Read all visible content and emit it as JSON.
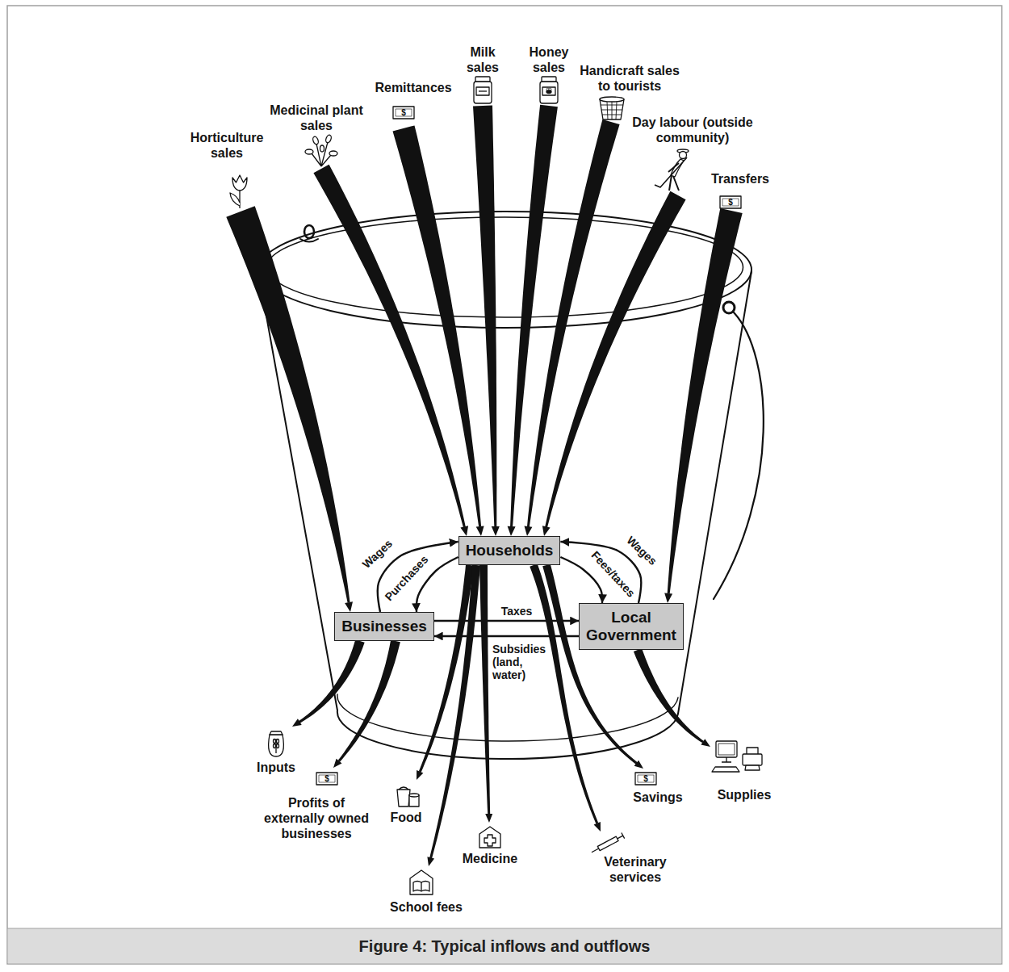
{
  "diagram": {
    "caption": "Figure 4: Typical inflows and outflows",
    "nodes": [
      {
        "text": [
          "Households"
        ]
      },
      {
        "text": [
          "Businesses"
        ]
      },
      {
        "text": [
          "Local Government"
        ]
      }
    ],
    "edges": [
      {
        "from": 1,
        "to": 0,
        "label": "Wages",
        "arrow": "to"
      },
      {
        "from": 0,
        "to": 1,
        "label": "Purchases",
        "arrow": "to"
      },
      {
        "from": 0,
        "to": 2,
        "label": "Fees/taxes",
        "arrow": "to"
      },
      {
        "from": 2,
        "to": 0,
        "label": "Wages",
        "arrow": "to"
      },
      {
        "from": 1,
        "to": 2,
        "label": "Taxes",
        "arrow": "to"
      },
      {
        "from": 2,
        "to": 1,
        "label": "Subsidies (land, water)",
        "arrow": "to"
      }
    ],
    "labels": [
      "Milk sales",
      "Honey sales",
      "Remittances",
      "$",
      "Handicraft sales to tourists",
      "Medicinal plant sales",
      "Horticulture sales",
      "Day labour (outside community)",
      "Transfers",
      "$",
      "Inputs",
      "$",
      "Profits of externally owned businesses",
      "Food",
      "$",
      "Savings",
      "Supplies",
      "Medicine",
      "Veterinary services",
      "School fees"
    ]
  }
}
